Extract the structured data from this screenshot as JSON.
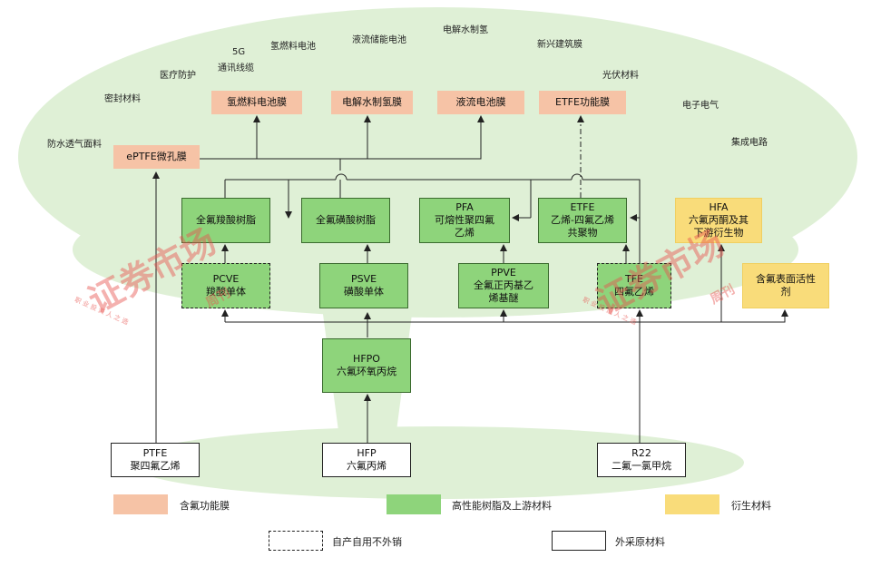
{
  "applications": {
    "fuel_cell": "氢燃料电池",
    "flow_storage": "液流储能电池",
    "electrolysis": "电解水制氢",
    "new_building": "新兴建筑膜",
    "g5_line1": "5G",
    "g5_line2": "通讯线缆",
    "medical": "医疗防护",
    "photovoltaic": "光伏材料",
    "sealing": "密封材料",
    "electronics": "电子电气",
    "waterproof": "防水透气面料",
    "ic": "集成电路"
  },
  "nodes": {
    "fuel_cell_membrane": "氢燃料电池膜",
    "electrolysis_membrane": "电解水制氢膜",
    "flow_battery_membrane": "液流电池膜",
    "etfe_membrane": "ETFE功能膜",
    "eptfe": "ePTFE微孔膜",
    "carboxylic_resin": "全氟羧酸树脂",
    "sulfonic_resin": "全氟磺酸树脂",
    "pfa": "PFA\n可熔性聚四氟\n乙烯",
    "etfe": "ETFE\n乙烯-四氟乙烯\n共聚物",
    "hfa": "HFA\n六氟丙酮及其\n下游衍生物",
    "pcve": "PCVE\n羧酸单体",
    "psve": "PSVE\n磺酸单体",
    "ppve": "PPVE\n全氟正丙基乙\n烯基醚",
    "tfe": "TFE\n四氟乙烯",
    "surfactant": "含氟表面活性\n剂",
    "hfpo": "HFPO\n六氟环氧丙烷",
    "ptfe": "PTFE\n聚四氟乙烯",
    "hfp": "HFP\n六氟丙烯",
    "r22": "R22\n二氟一氯甲烷"
  },
  "legend": {
    "membrane": "含氟功能膜",
    "resin": "高性能树脂及上游材料",
    "derivative": "衍生材料",
    "dashed": "自产自用不外销",
    "outsourced": "外采原材料"
  },
  "watermark": {
    "left_text": "证券市场",
    "left_small": "周刊",
    "right_text": "证券市场",
    "right_small": "周刊",
    "slogan": "职 业 投 资 人 之 选"
  },
  "colors": {
    "membrane": "#f6c3a6",
    "resin": "#8ed47b",
    "derivative": "#f9dc7a",
    "background_tree": "#dff0d6"
  }
}
